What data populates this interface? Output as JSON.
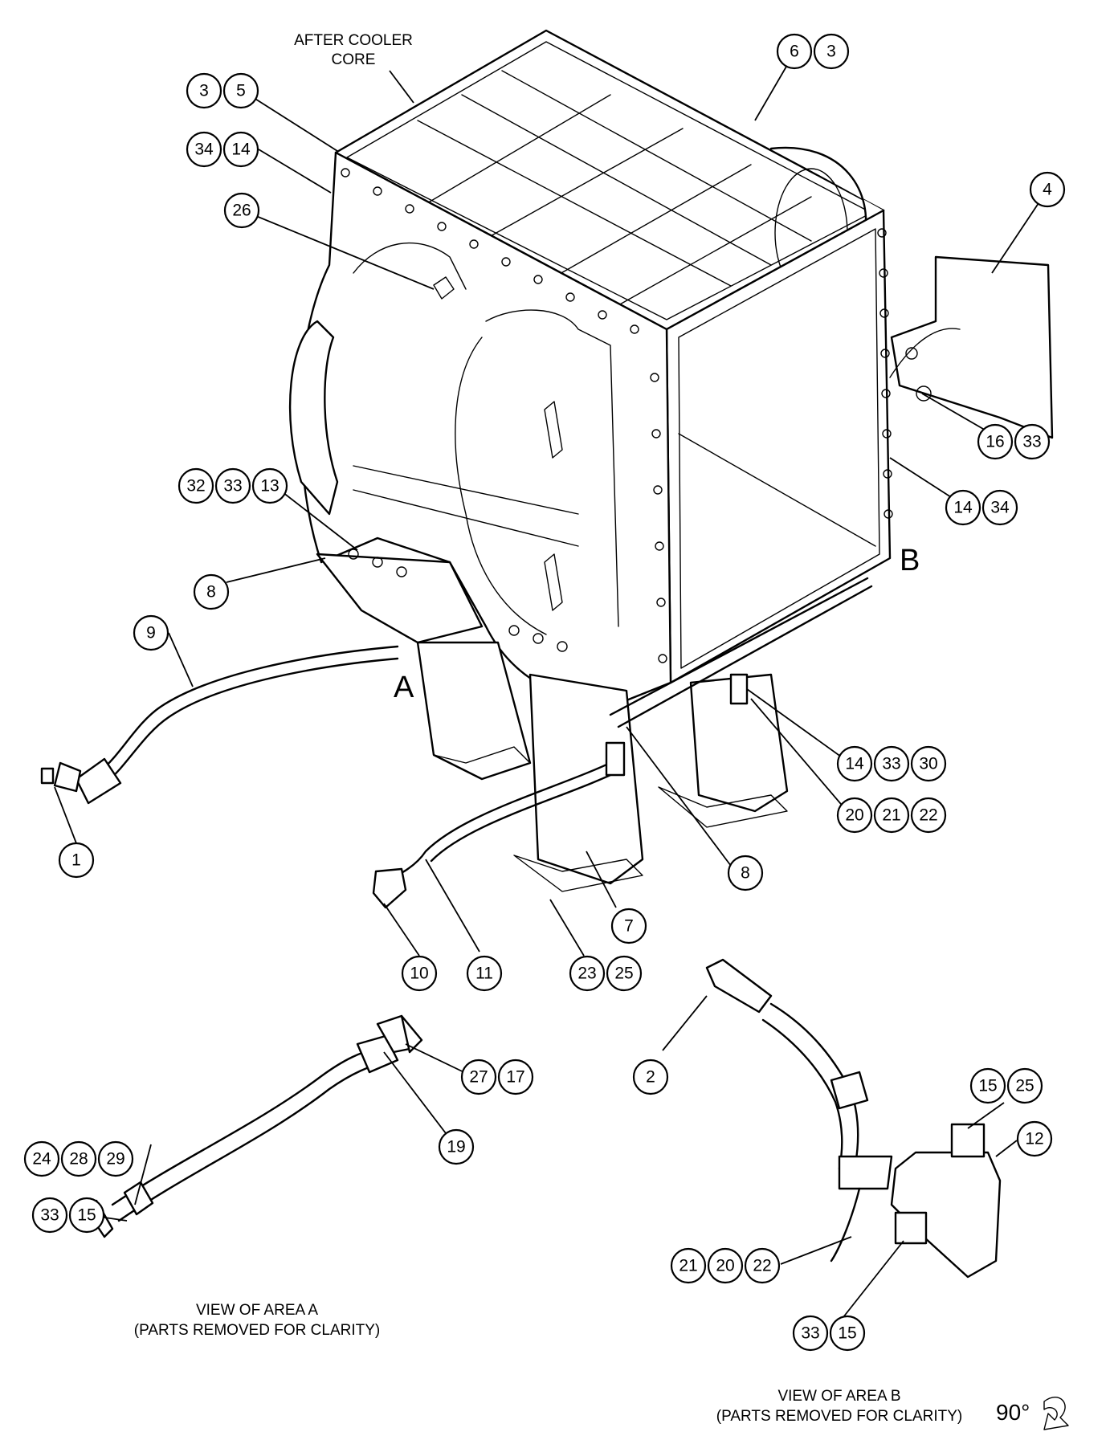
{
  "labels": {
    "after_cooler_line1": "AFTER COOLER",
    "after_cooler_line2": "CORE",
    "area_a_letter": "A",
    "area_b_letter": "B",
    "view_a_line1": "VIEW OF AREA  A",
    "view_a_line2": "(PARTS REMOVED FOR CLARITY)",
    "view_b_line1": "VIEW OF AREA  B",
    "view_b_line2": "(PARTS REMOVED FOR CLARITY)",
    "rotation": "90°"
  },
  "callouts": [
    {
      "id": "c-6-3",
      "numbers": [
        "6",
        "3"
      ]
    },
    {
      "id": "c-3-5",
      "numbers": [
        "3",
        "5"
      ]
    },
    {
      "id": "c-34-14-top",
      "numbers": [
        "34",
        "14"
      ]
    },
    {
      "id": "c-26",
      "numbers": [
        "26"
      ]
    },
    {
      "id": "c-4",
      "numbers": [
        "4"
      ]
    },
    {
      "id": "c-16-33",
      "numbers": [
        "16",
        "33"
      ]
    },
    {
      "id": "c-14-34-right",
      "numbers": [
        "14",
        "34"
      ]
    },
    {
      "id": "c-32-33-13",
      "numbers": [
        "32",
        "33",
        "13"
      ]
    },
    {
      "id": "c-8-left",
      "numbers": [
        "8"
      ]
    },
    {
      "id": "c-9",
      "numbers": [
        "9"
      ]
    },
    {
      "id": "c-1",
      "numbers": [
        "1"
      ]
    },
    {
      "id": "c-14-33-30",
      "numbers": [
        "14",
        "33",
        "30"
      ]
    },
    {
      "id": "c-20-21-22",
      "numbers": [
        "20",
        "21",
        "22"
      ]
    },
    {
      "id": "c-8-right",
      "numbers": [
        "8"
      ]
    },
    {
      "id": "c-7",
      "numbers": [
        "7"
      ]
    },
    {
      "id": "c-10",
      "numbers": [
        "10"
      ]
    },
    {
      "id": "c-11",
      "numbers": [
        "11"
      ]
    },
    {
      "id": "c-23-25",
      "numbers": [
        "23",
        "25"
      ]
    },
    {
      "id": "c-27-17",
      "numbers": [
        "27",
        "17"
      ]
    },
    {
      "id": "c-19",
      "numbers": [
        "19"
      ]
    },
    {
      "id": "c-24-28-29",
      "numbers": [
        "24",
        "28",
        "29"
      ]
    },
    {
      "id": "c-33-15-a",
      "numbers": [
        "33",
        "15"
      ]
    },
    {
      "id": "c-2",
      "numbers": [
        "2"
      ]
    },
    {
      "id": "c-15-25",
      "numbers": [
        "15",
        "25"
      ]
    },
    {
      "id": "c-12",
      "numbers": [
        "12"
      ]
    },
    {
      "id": "c-21-20-22",
      "numbers": [
        "21",
        "20",
        "22"
      ]
    },
    {
      "id": "c-33-15-b",
      "numbers": [
        "33",
        "15"
      ]
    }
  ]
}
